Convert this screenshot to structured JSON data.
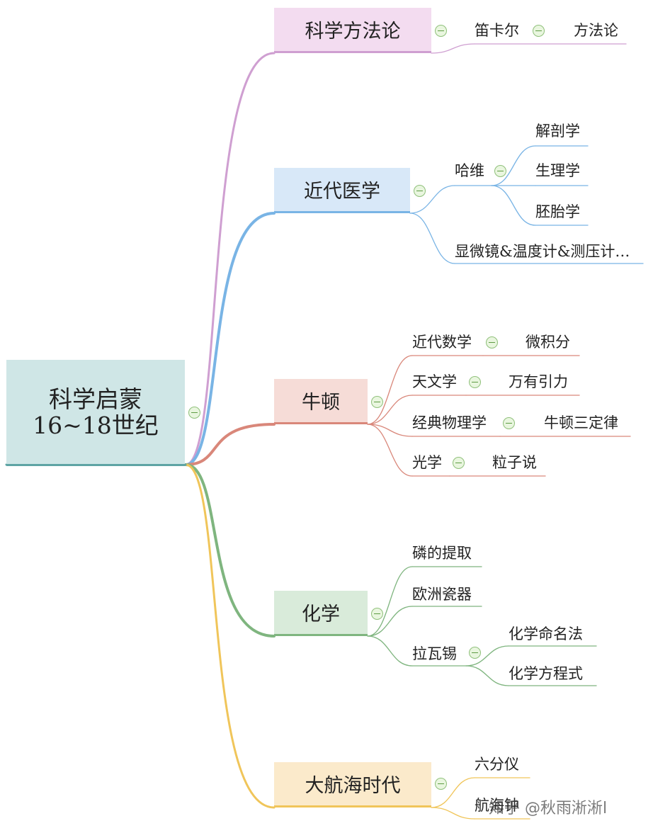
{
  "root": {
    "line1": "科学启蒙",
    "line2": "16~18世纪"
  },
  "branches": [
    {
      "label": "科学方法论",
      "color": "#cf9fd1",
      "bg": "#f3dcf0",
      "children": [
        {
          "label": "笛卡尔",
          "children": [
            {
              "label": "方法论"
            }
          ]
        }
      ]
    },
    {
      "label": "近代医学",
      "color": "#79b4e5",
      "bg": "#d8e8f8",
      "children": [
        {
          "label": "哈维",
          "children": [
            {
              "label": "解剖学"
            },
            {
              "label": "生理学"
            },
            {
              "label": "胚胎学"
            }
          ]
        },
        {
          "label": "显微镜&温度计&测压计…"
        }
      ]
    },
    {
      "label": "牛顿",
      "color": "#d9877a",
      "bg": "#f6dcd7",
      "children": [
        {
          "label": "近代数学",
          "children": [
            {
              "label": "微积分"
            }
          ]
        },
        {
          "label": "天文学",
          "children": [
            {
              "label": "万有引力"
            }
          ]
        },
        {
          "label": "经典物理学",
          "children": [
            {
              "label": "牛顿三定律"
            }
          ]
        },
        {
          "label": "光学",
          "children": [
            {
              "label": "粒子说"
            }
          ]
        }
      ]
    },
    {
      "label": "化学",
      "color": "#7fb57f",
      "bg": "#d9ebda",
      "children": [
        {
          "label": "磷的提取"
        },
        {
          "label": "欧洲瓷器"
        },
        {
          "label": "拉瓦锡",
          "children": [
            {
              "label": "化学命名法"
            },
            {
              "label": "化学方程式"
            }
          ]
        }
      ]
    },
    {
      "label": "大航海时代",
      "color": "#f0c55a",
      "bg": "#fbeacb",
      "children": [
        {
          "label": "六分仪"
        },
        {
          "label": "航海钟"
        }
      ]
    }
  ],
  "watermark": "知乎 @秋雨淅淅l"
}
